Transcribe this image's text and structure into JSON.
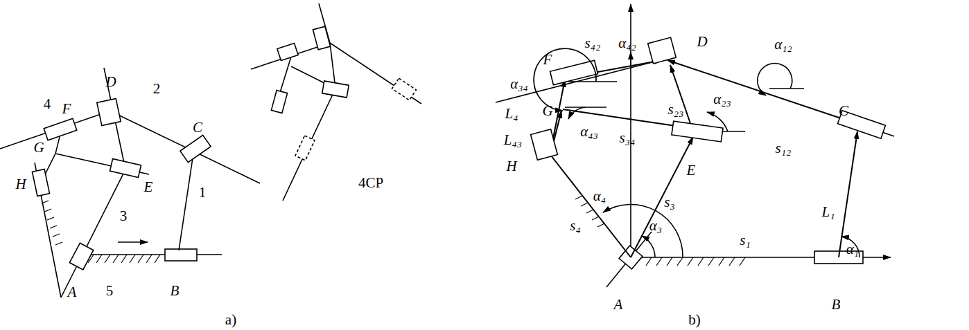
{
  "diagram": {
    "labels": [
      "4",
      "F",
      "D",
      "2",
      "G",
      "C",
      "H",
      "3",
      "E",
      "1",
      "A",
      "5",
      "B",
      "4CP",
      "a)",
      "s₄₂",
      "α₄₂",
      "D",
      "F",
      "α₃₄",
      "α₁₂",
      "L₄",
      "G",
      "s₂₃",
      "α₂₃",
      "s₁₂",
      "C",
      "L₄₃",
      "α₄₃",
      "s₃₄",
      "E",
      "H",
      "s₃",
      "L₁",
      "s₄",
      "α₄",
      "α₃",
      "α₁",
      "A",
      "s₁",
      "B",
      "b)"
    ]
  }
}
